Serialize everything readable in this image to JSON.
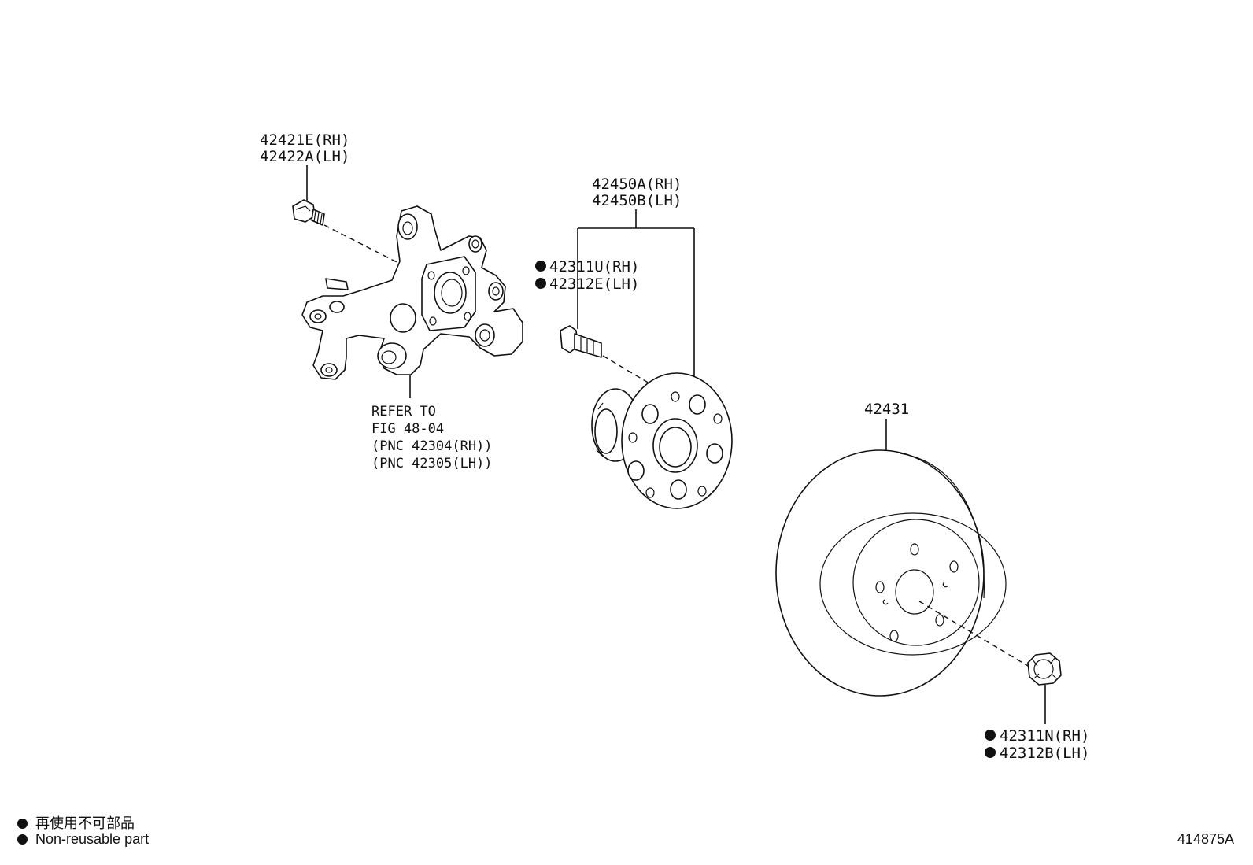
{
  "labels": {
    "bolt_rh": "42421E(RH)",
    "bolt_lh": "42422A(LH)",
    "hub_rh": "42450A(RH)",
    "hub_lh": "42450B(LH)",
    "stud_rh": "42311U(RH)",
    "stud_lh": "42312E(LH)",
    "refer_1": "REFER TO",
    "refer_2": "FIG 48-04",
    "refer_3": "(PNC 42304(RH))",
    "refer_4": "(PNC 42305(LH))",
    "rotor": "42431",
    "nut_rh": "42311N(RH)",
    "nut_lh": "42312B(LH)"
  },
  "legend": {
    "line_jp": "再使用不可部品",
    "line_en": "Non-reusable part"
  },
  "figure_id": "414875A"
}
